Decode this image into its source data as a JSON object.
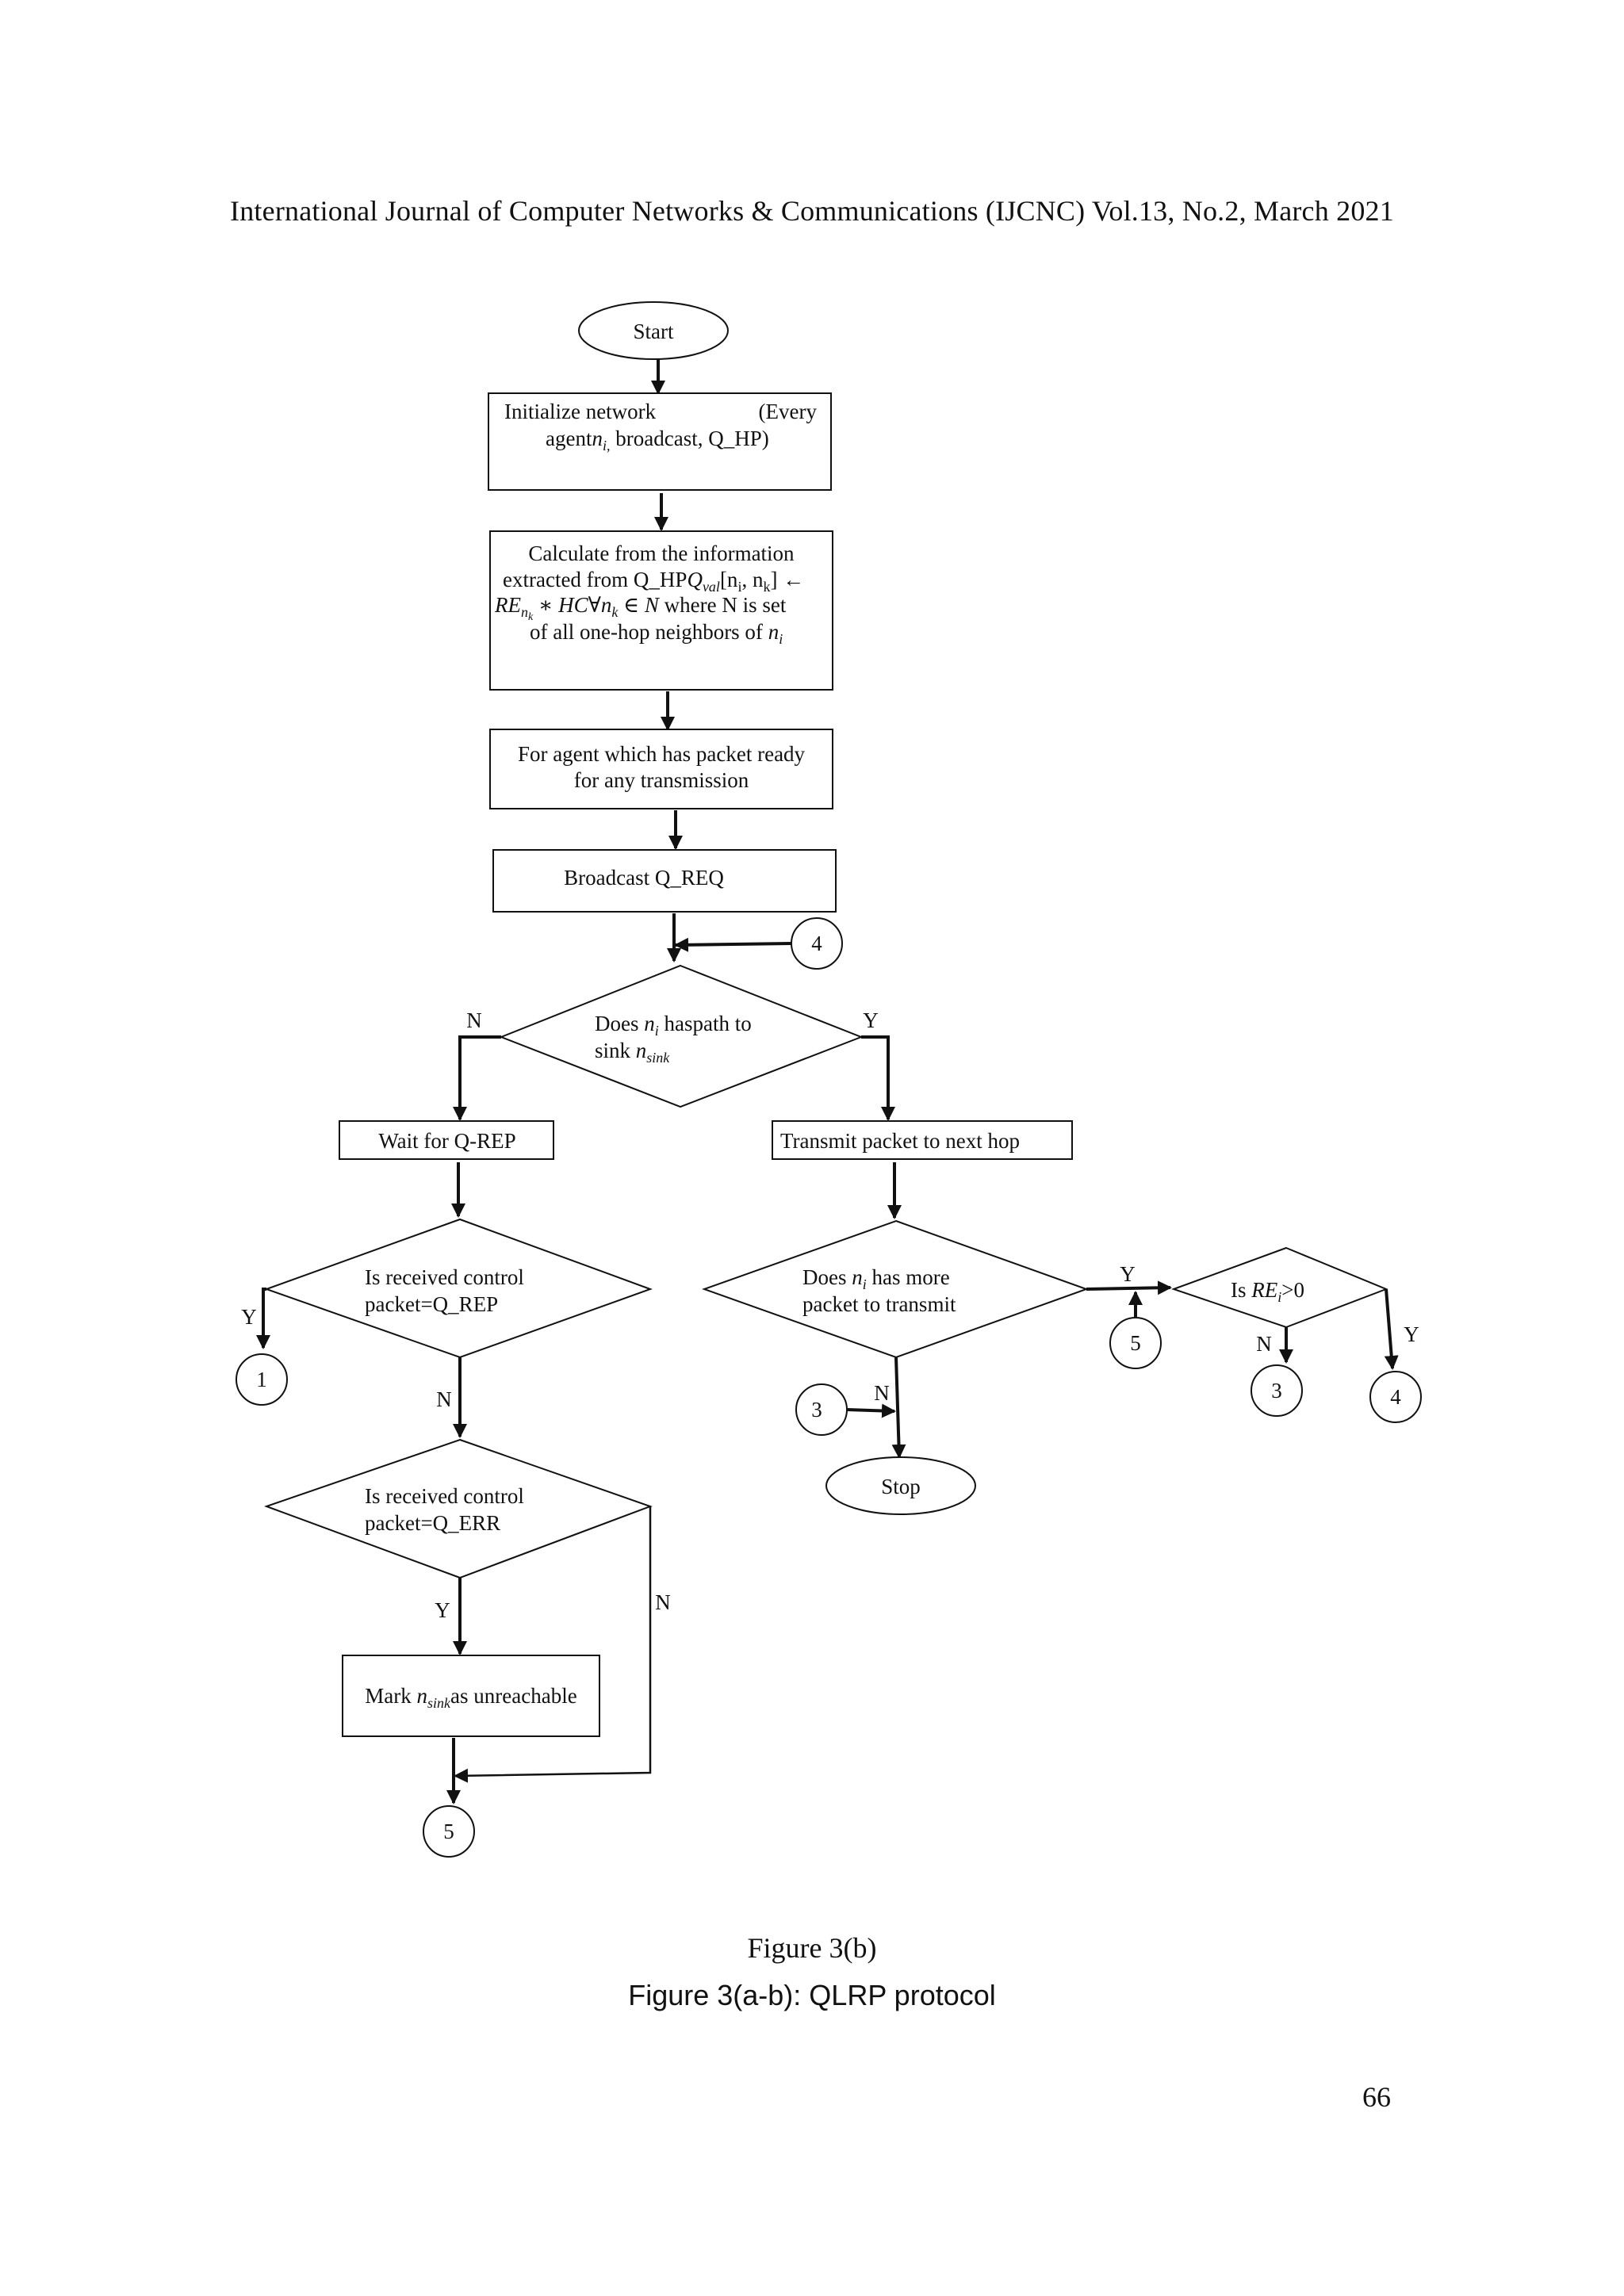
{
  "header": "International Journal of Computer Networks & Communications (IJCNC) Vol.13, No.2, March 2021",
  "flowchart": {
    "start": "Start",
    "init_line1_left": "Initialize network",
    "init_line1_right": "(Every",
    "init_line2_a": "agent",
    "init_line2_ni": "n",
    "init_line2_sub": "i,",
    "init_line2_b": " broadcast, Q_HP)",
    "calc_line1": "Calculate from the information",
    "calc_line2_a": "extracted from Q_HP",
    "calc_line2_Q": "Q",
    "calc_line2_sub": "val",
    "calc_line2_b": "[n",
    "calc_line2_c": "i",
    "calc_line2_d": ", n",
    "calc_line2_e": "k",
    "calc_line2_f": "] ←",
    "calc_line3_RE": "RE",
    "calc_line3_n": "n",
    "calc_line3_k": "k",
    "calc_line3_b": " ∗ HC∀n",
    "calc_line3_k2": "k",
    "calc_line3_c": " ∈ N",
    "calc_line3_d": " where N is set",
    "calc_line4_a": "of all one-hop neighbors of ",
    "calc_line4_n": "n",
    "calc_line4_i": "i",
    "ready_line1": "For agent which has packet ready",
    "ready_line2": "for any transmission",
    "broadcast_req": "Broadcast Q_REQ",
    "connector_4_top": "4",
    "path_q_line1_a": "Does ",
    "path_q_line1_n": "n",
    "path_q_line1_i": "i",
    "path_q_line1_b": " haspath to",
    "path_q_line2_a": "sink ",
    "path_q_line2_n": "n",
    "path_q_line2_sub": "sink",
    "label_N_left": "N",
    "label_Y_right": "Y",
    "wait_rep": "Wait for Q-REP",
    "transmit": "Transmit packet to next hop",
    "rep_q_line1": "Is received control",
    "rep_q_line2": "packet=Q_REP",
    "label_Y_rep": "Y",
    "connector_1": "1",
    "label_N_rep": "N",
    "more_q_line1_a": "Does ",
    "more_q_line1_n": "n",
    "more_q_line1_i": "i",
    "more_q_line1_b": " has more",
    "more_q_line2": "packet to transmit",
    "label_Y_more": "Y",
    "connector_5_mid": "5",
    "re_q_a": "Is ",
    "re_q_RE": "RE",
    "re_q_i": "i",
    "re_q_b": ">0",
    "label_N_re": "N",
    "label_Y_re": "Y",
    "connector_3_right": "3",
    "connector_4_right": "4",
    "connector_3_left": "3",
    "label_N_more": "N",
    "stop": "Stop",
    "err_q_line1": "Is received control",
    "err_q_line2": "packet=Q_ERR",
    "label_Y_err": "Y",
    "label_N_err": "N",
    "mark_a": "Mark ",
    "mark_n": "n",
    "mark_sub": "sink",
    "mark_b": "as unreachable",
    "connector_5_bottom": "5"
  },
  "caption_figure": "Figure 3(b)",
  "caption_main": "Figure 3(a-b): QLRP protocol",
  "page_number": "66"
}
